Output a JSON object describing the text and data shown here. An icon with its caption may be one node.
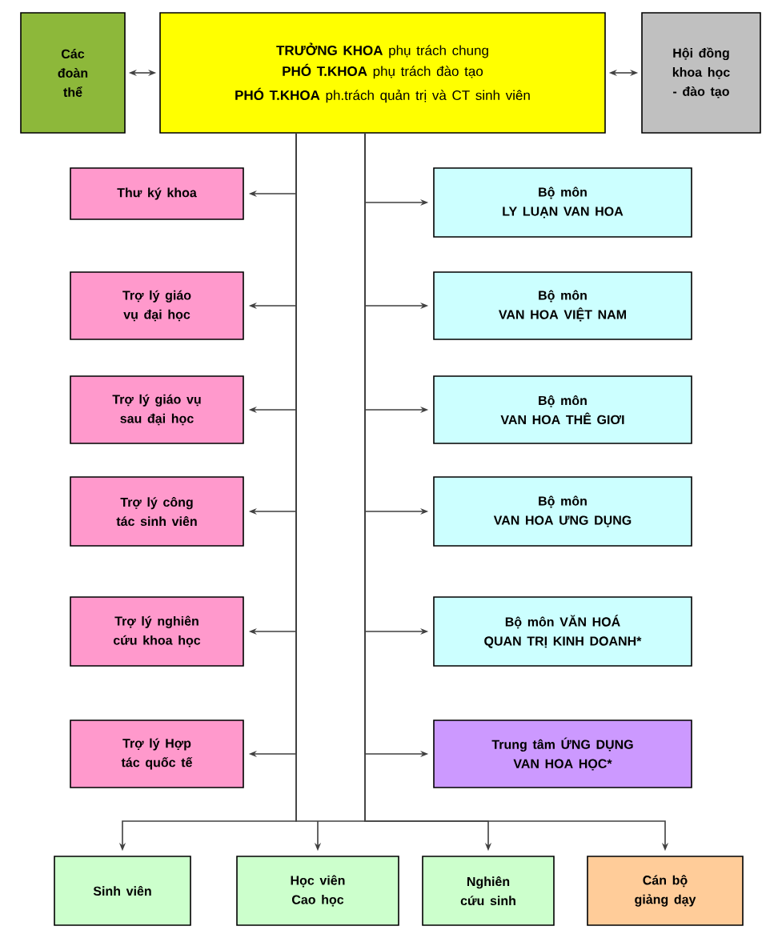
{
  "diagram": {
    "nodes": [
      {
        "text": [
          "Các đoàn thể"
        ]
      },
      {
        "text": [
          "**TRƯỞNG KHOA** phụ trách chung",
          "**PHÓ T.KHOA** phụ trách đào tạo",
          "**PHÓ T.KHOA** ph.trách quản trị và CT sinh viên"
        ]
      },
      {
        "text": [
          "Hội đồng khoa học - đào tạo"
        ]
      },
      {
        "text": [
          "Thư ký khoa"
        ]
      },
      {
        "text": [
          "Bộ môn",
          "LY LUẠN VAN HOA"
        ]
      },
      {
        "text": [
          "Trợ lý giáo vụ đại học"
        ]
      },
      {
        "text": [
          "Bộ môn",
          "VAN HOA VIỆT NAM"
        ]
      },
      {
        "text": [
          "Trợ lý giáo vụ sau đại học"
        ]
      },
      {
        "text": [
          "Bộ môn",
          "VAN HOA THÊ GIƠI"
        ]
      },
      {
        "text": [
          "Trợ lý công tác sinh viên"
        ]
      },
      {
        "text": [
          "Bộ môn",
          "VAN HOA ƯNG DỤNG"
        ]
      },
      {
        "text": [
          "Trợ lý nghiên cứu khoa học"
        ]
      },
      {
        "text": [
          "Bộ môn VĂN HOÁ QUAN TRỊ KINH DOANH*"
        ]
      },
      {
        "text": [
          "Trợ lý Hợp tác quốc tế"
        ]
      },
      {
        "text": [
          "Trung tâm ỨNG DỤNG VAN HOA HỌC*"
        ]
      },
      {
        "text": [
          "Sinh viên"
        ]
      },
      {
        "text": [
          "Học viên Cao học"
        ]
      },
      {
        "text": [
          "Nghiên cứu sinh"
        ]
      },
      {
        "text": [
          "Cán bộ giảng dạy"
        ]
      }
    ],
    "edges": [
      {
        "from": 1,
        "to": 0,
        "arrow": "both"
      },
      {
        "from": 1,
        "to": 2,
        "arrow": "both"
      },
      {
        "from": 1,
        "to": 3,
        "arrow": "to"
      },
      {
        "from": 1,
        "to": 4,
        "arrow": "to"
      },
      {
        "from": 1,
        "to": 5,
        "arrow": "to"
      },
      {
        "from": 1,
        "to": 6,
        "arrow": "to"
      },
      {
        "from": 1,
        "to": 7,
        "arrow": "to"
      },
      {
        "from": 1,
        "to": 8,
        "arrow": "to"
      },
      {
        "from": 1,
        "to": 9,
        "arrow": "to"
      },
      {
        "from": 1,
        "to": 10,
        "arrow": "to"
      },
      {
        "from": 1,
        "to": 11,
        "arrow": "to"
      },
      {
        "from": 1,
        "to": 12,
        "arrow": "to"
      },
      {
        "from": 1,
        "to": 13,
        "arrow": "to"
      },
      {
        "from": 1,
        "to": 14,
        "arrow": "to"
      },
      {
        "from": 1,
        "to": 15,
        "arrow": "to"
      },
      {
        "from": 1,
        "to": 16,
        "arrow": "to"
      },
      {
        "from": 1,
        "to": 17,
        "arrow": "to"
      },
      {
        "from": 1,
        "to": 18,
        "arrow": "to"
      }
    ]
  }
}
